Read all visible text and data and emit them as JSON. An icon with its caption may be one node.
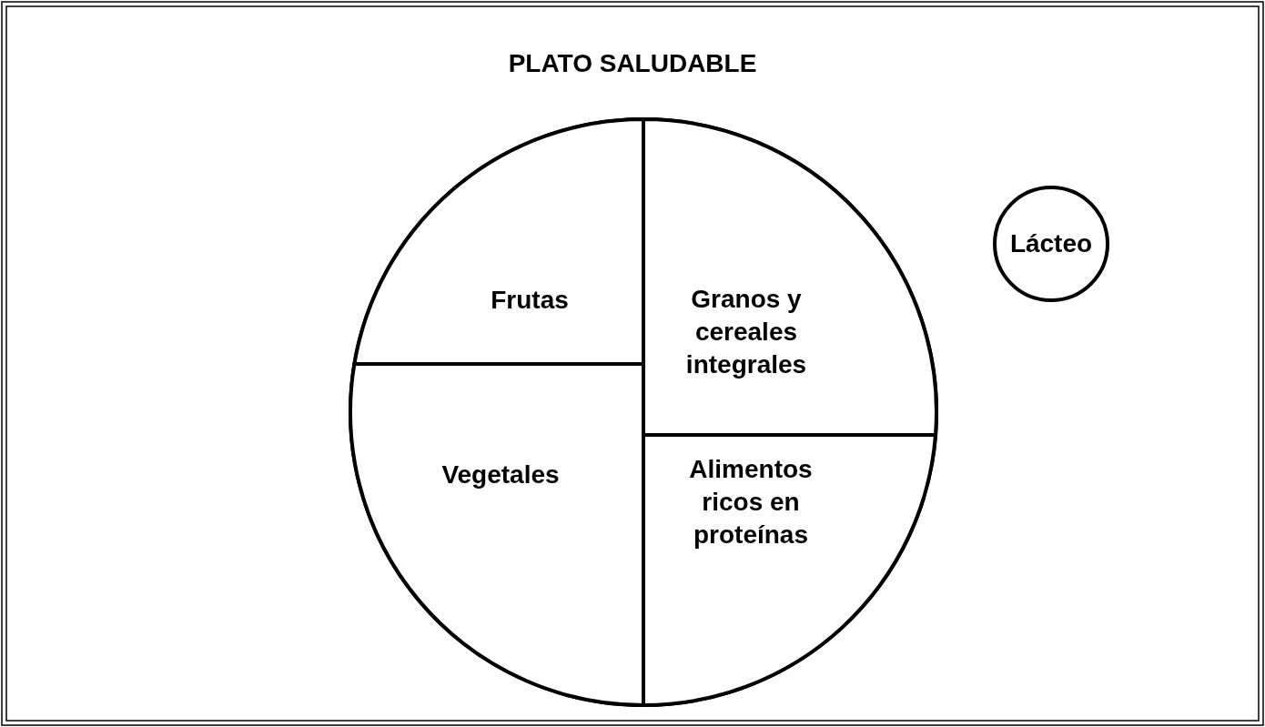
{
  "diagram": {
    "title": "PLATO SALUDABLE",
    "nodes": [
      {
        "text": [],
        "shape": "circle"
      },
      {
        "text": [
          "Frutas"
        ],
        "in": 0
      },
      {
        "text": [
          "Granos y cereales integrales"
        ],
        "in": 0
      },
      {
        "text": [
          "Vegetales"
        ],
        "in": 0
      },
      {
        "text": [
          "Alimentos ricos en proteínas"
        ],
        "in": 0
      },
      {
        "text": [
          "Lácteo"
        ]
      }
    ]
  }
}
